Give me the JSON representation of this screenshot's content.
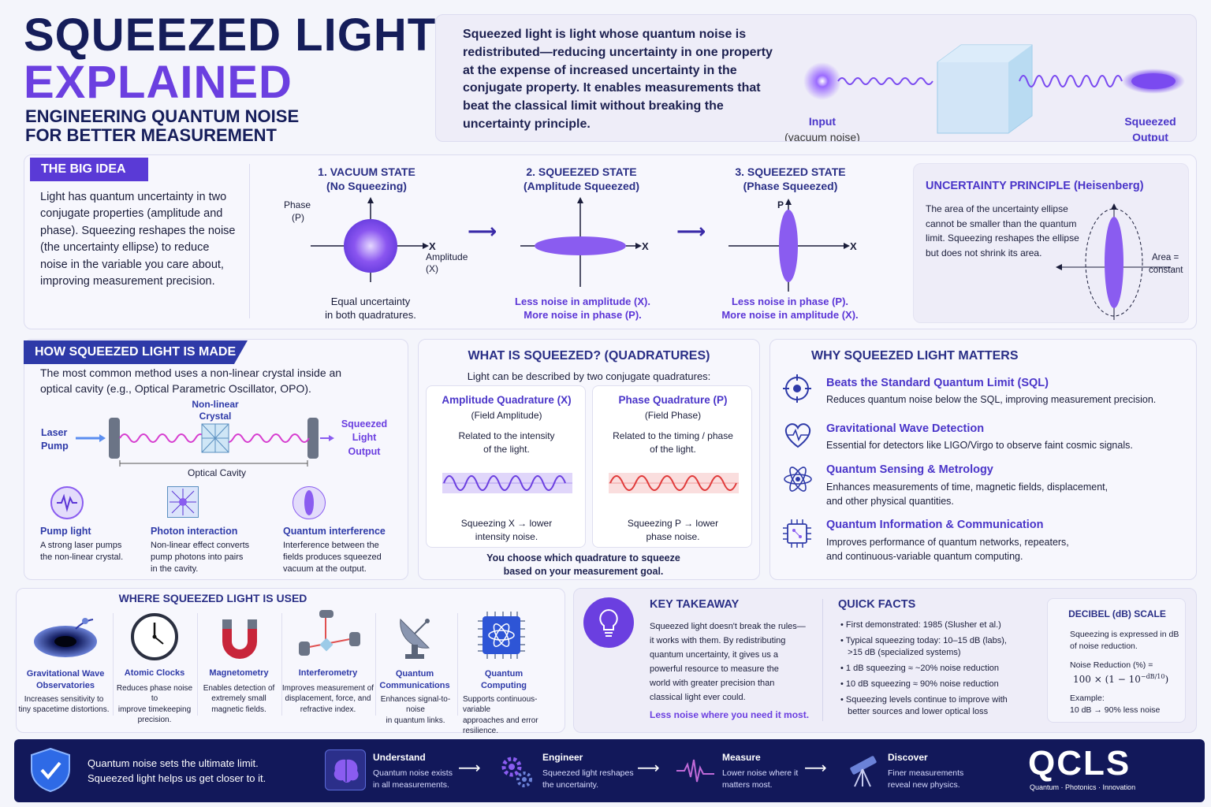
{
  "header": {
    "title_line1": "SQUEEZED LIGHT",
    "title_line2": "EXPLAINED",
    "subtitle_line1": "ENGINEERING QUANTUM NOISE",
    "subtitle_line2": "FOR BETTER MEASUREMENT",
    "intro": "Squeezed light is light whose quantum noise is redistributed—reducing uncertainty in one property at the expense of increased uncertainty in the conjugate property. It enables measurements that beat the classical limit without breaking the uncertainty principle.",
    "input_label": "Input",
    "input_sub": "(vacuum noise)",
    "output_label_1": "Squeezed",
    "output_label_2": "Output"
  },
  "big_idea": {
    "tag": "THE BIG IDEA",
    "text": "Light has quantum uncertainty in two conjugate properties (amplitude and phase). Squeezing reshapes the noise (the uncertainty ellipse) to reduce noise in the variable you care about, improving measurement precision."
  },
  "states": [
    {
      "title": "1. VACUUM STATE",
      "sub": "(No Squeezing)",
      "caption_1": "Equal uncertainty",
      "caption_2": "in both quadratures."
    },
    {
      "title": "2. SQUEEZED STATE",
      "sub": "(Amplitude Squeezed)",
      "caption_1": "Less noise in amplitude (X).",
      "caption_2": "More noise in phase (P)."
    },
    {
      "title": "3. SQUEEZED STATE",
      "sub": "(Phase Squeezed)",
      "caption_1": "Less noise in phase (P).",
      "caption_2": "More noise in amplitude (X)."
    }
  ],
  "axes": {
    "phase_1": "Phase",
    "phase_2": "(P)",
    "x": "X",
    "amplitude_1": "Amplitude",
    "amplitude_2": "(X)",
    "p": "P"
  },
  "uncertainty": {
    "title": "UNCERTAINTY PRINCIPLE (Heisenberg)",
    "text": "The area of the uncertainty ellipse cannot be smaller than the quantum limit. Squeezing reshapes the ellipse but does not shrink its area.",
    "area_1": "Area =",
    "area_2": "constant"
  },
  "made": {
    "tag": "HOW SQUEEZED LIGHT IS MADE",
    "text": "The most common method uses a non-linear crystal inside an optical cavity (e.g., Optical Parametric Oscillator, OPO).",
    "laser_1": "Laser",
    "laser_2": "Pump",
    "crystal_1": "Non-linear",
    "crystal_2": "Crystal",
    "out_1": "Squeezed",
    "out_2": "Light",
    "out_3": "Output",
    "cavity": "Optical Cavity",
    "steps": [
      {
        "title": "Pump light",
        "text_1": "A strong laser pumps",
        "text_2": "the non-linear crystal.",
        "text_3": ""
      },
      {
        "title": "Photon interaction",
        "text_1": "Non-linear effect converts",
        "text_2": "pump photons into pairs",
        "text_3": "in the cavity."
      },
      {
        "title": "Quantum interference",
        "text_1": "Interference between the",
        "text_2": "fields produces squeezed",
        "text_3": "vacuum at the output."
      }
    ]
  },
  "quadratures": {
    "title": "WHAT IS SQUEEZED? (QUADRATURES)",
    "sub": "Light can be described by two conjugate quadratures:",
    "amp": {
      "title": "Amplitude Quadrature (X)",
      "sub": "(Field Amplitude)",
      "t1": "Related to the intensity",
      "t2": "of the light.",
      "b1": "Squeezing X → lower",
      "b2": "intensity noise."
    },
    "phase": {
      "title": "Phase Quadrature (P)",
      "sub": "(Field Phase)",
      "t1": "Related to the timing / phase",
      "t2": "of the light.",
      "b1": "Squeezing P → lower",
      "b2": "phase noise."
    },
    "foot_1": "You choose which quadrature to squeeze",
    "foot_2": "based on your measurement goal."
  },
  "why": {
    "title": "WHY SQUEEZED LIGHT MATTERS",
    "items": [
      {
        "title": "Beats the Standard Quantum Limit (SQL)",
        "t1": "Reduces quantum noise below the SQL, improving measurement precision.",
        "t2": ""
      },
      {
        "title": "Gravitational Wave Detection",
        "t1": "Essential for detectors like LIGO/Virgo to observe faint cosmic signals.",
        "t2": ""
      },
      {
        "title": "Quantum Sensing & Metrology",
        "t1": "Enhances measurements of time, magnetic fields, displacement,",
        "t2": "and other physical quantities."
      },
      {
        "title": "Quantum Information & Communication",
        "t1": "Improves performance of quantum networks, repeaters,",
        "t2": "and continuous-variable quantum computing."
      }
    ]
  },
  "used": {
    "title": "WHERE SQUEEZED LIGHT IS USED",
    "items": [
      {
        "t1": "Gravitational Wave",
        "t2": "Observatories",
        "d1": "Increases sensitivity to",
        "d2": "tiny spacetime distortions.",
        "d3": ""
      },
      {
        "t1": "Atomic Clocks",
        "t2": "",
        "d1": "Reduces phase noise to",
        "d2": "improve timekeeping",
        "d3": "precision."
      },
      {
        "t1": "Magnetometry",
        "t2": "",
        "d1": "Enables detection of",
        "d2": "extremely small",
        "d3": "magnetic fields."
      },
      {
        "t1": "Interferometry",
        "t2": "",
        "d1": "Improves measurement of",
        "d2": "displacement, force, and",
        "d3": "refractive index."
      },
      {
        "t1": "Quantum",
        "t2": "Communications",
        "d1": "Enhances signal-to-noise",
        "d2": "in quantum links.",
        "d3": ""
      },
      {
        "t1": "Quantum",
        "t2": "Computing",
        "d1": "Supports continuous-variable",
        "d2": "approaches and error",
        "d3": "resilience."
      }
    ]
  },
  "takeaway": {
    "title": "KEY TAKEAWAY",
    "l1": "Squeezed light doesn't break the rules—",
    "l2": "it works with them. By redistributing",
    "l3": "quantum uncertainty, it gives us a",
    "l4": "powerful resource to measure the",
    "l5": "world with greater precision than",
    "l6": "classical light ever could.",
    "highlight": "Less noise where you need it most."
  },
  "facts": {
    "title": "QUICK FACTS",
    "items": [
      {
        "t1": "First demonstrated: 1985 (Slusher et al.)",
        "t2": ""
      },
      {
        "t1": "Typical squeezing today: 10–15 dB (labs),",
        "t2": ">15 dB (specialized systems)"
      },
      {
        "t1": "1 dB squeezing ≈ ~20% noise reduction",
        "t2": ""
      },
      {
        "t1": "10 dB squeezing ≈ 90% noise reduction",
        "t2": ""
      },
      {
        "t1": "Squeezing levels continue to improve with",
        "t2": "better sources and lower optical loss"
      }
    ]
  },
  "db": {
    "title": "DECIBEL (dB) SCALE",
    "t1": "Squeezing is expressed in dB",
    "t2": "of noise reduction.",
    "formula_label": "Noise Reduction (%) =",
    "formula": "100 × (1 − 10",
    "formula_exp": "−dB/10",
    "formula_end": ")",
    "ex_label": "Example:",
    "ex": "10 dB → 90% less noise"
  },
  "footer": {
    "l1": "Quantum noise sets the ultimate limit.",
    "l2": "Squeezed light helps us get closer to it.",
    "steps": [
      {
        "title": "Understand",
        "t1": "Quantum noise exists",
        "t2": "in all measurements."
      },
      {
        "title": "Engineer",
        "t1": "Squeezed light reshapes",
        "t2": "the uncertainty."
      },
      {
        "title": "Measure",
        "t1": "Lower noise where it",
        "t2": "matters most."
      },
      {
        "title": "Discover",
        "t1": "Finer measurements",
        "t2": "reveal new physics."
      }
    ],
    "logo": "QCLS",
    "logo_sub": "Quantum · Photonics · Innovation"
  }
}
